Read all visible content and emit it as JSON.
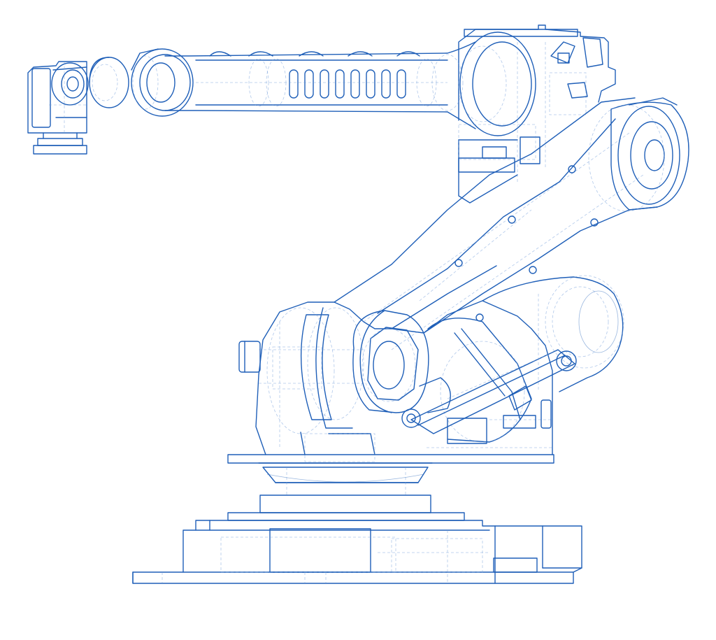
{
  "drawing": {
    "subject": "industrial-robot-arm-blueprint",
    "view": "side-elevation",
    "style": "technical-line-drawing"
  },
  "colors": {
    "background": "#ffffff",
    "line": "#1f5fb8",
    "hidden_line": "#6f9ad8"
  },
  "components": [
    {
      "id": "base",
      "icon": "robot-base-plate"
    },
    {
      "id": "turntable",
      "icon": "rotating-turntable"
    },
    {
      "id": "shoulder",
      "icon": "shoulder-joint"
    },
    {
      "id": "lower-arm",
      "icon": "lower-arm-link"
    },
    {
      "id": "parallel-link",
      "icon": "parallel-link-rod"
    },
    {
      "id": "counterweight",
      "icon": "counterweight-housing"
    },
    {
      "id": "elbow",
      "icon": "elbow-joint"
    },
    {
      "id": "upper-arm",
      "icon": "upper-arm-tube"
    },
    {
      "id": "wrist",
      "icon": "wrist-joint"
    },
    {
      "id": "flange",
      "icon": "tool-flange"
    }
  ]
}
